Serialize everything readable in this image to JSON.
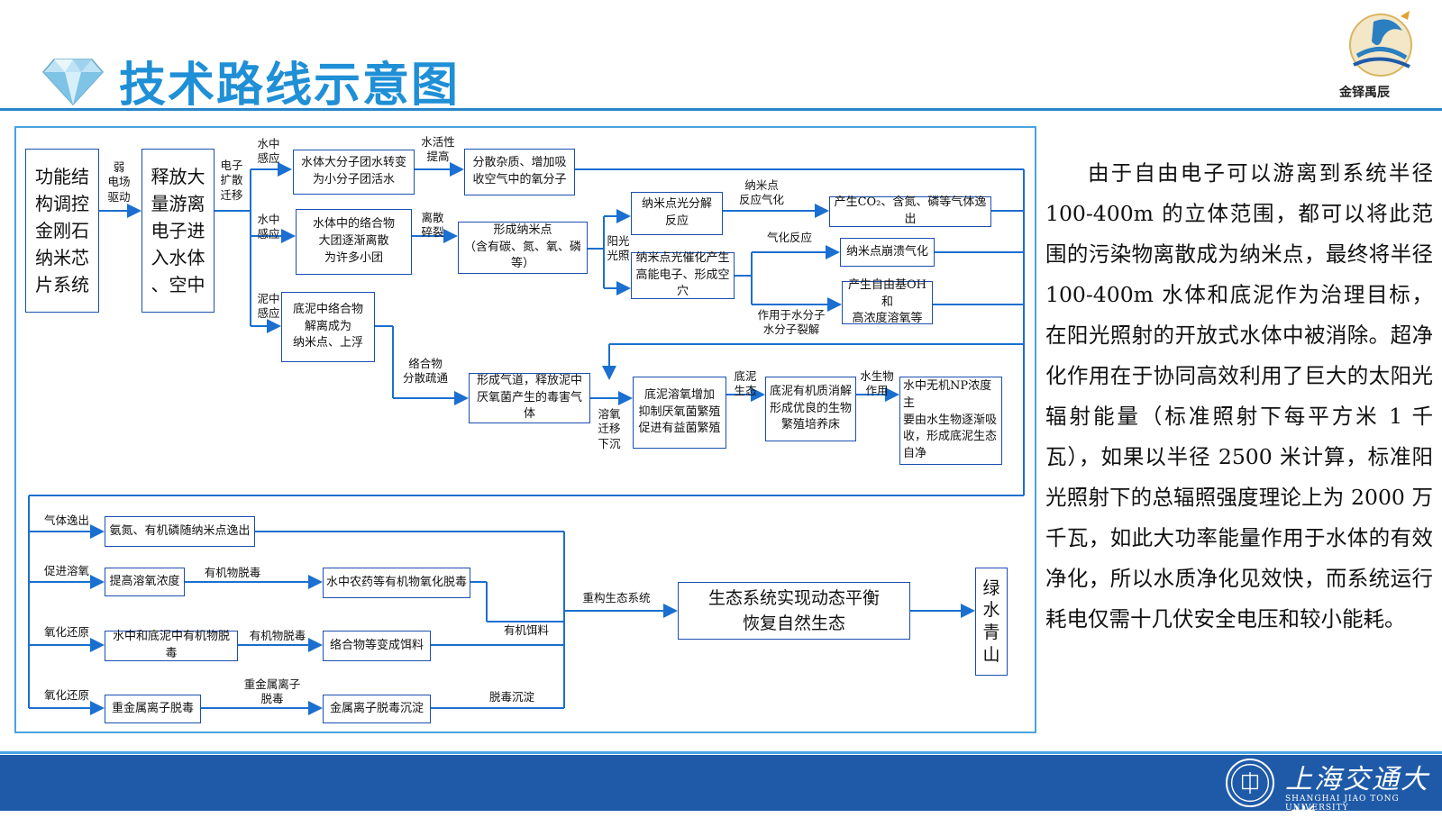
{
  "header": {
    "title": "技术路线示意图",
    "logo_text": "金铎禹辰"
  },
  "footer": {
    "university": "上海交通大学",
    "university_en": "SHANGHAI JIAO TONG UNIVERSITY"
  },
  "diagram": {
    "nodes": {
      "n_system": "功能结\n构调控\n金刚石\n纳米芯\n片系统",
      "n_release": "释放大\n量游离\n电子进\n入水体\n、空中",
      "n_water_cluster": "水体大分子团水转变\n为小分子团活水",
      "n_disperse": "分散杂质、增加吸\n收空气中的氧分子",
      "n_complex": "水体中的络合物\n大团逐渐离散\n为许多小团",
      "n_nano_form": "形成纳米点\n（含有碳、氮、氧、磷等）",
      "n_nano_decomp": "纳米点光分解\n反应",
      "n_gas_escape": "产生CO₂、含氮、磷等气体逸出",
      "n_photo_catalysis": "纳米点光催化产生\n高能电子、形成空穴",
      "n_nano_burst": "纳米点崩溃气化",
      "n_radical": "产生自由基OH和\n高浓度溶氧等",
      "n_sediment": "底泥中络合物\n解离成为\n纳米点、上浮",
      "n_channel": "形成气道，释放泥中\n厌氧菌产生的毒害气体",
      "n_do_increase": "底泥溶氧增加\n抑制厌氧菌繁殖\n促进有益菌繁殖",
      "n_organic_bed": "底泥有机质消解\n形成优良的生物\n繁殖培养床",
      "n_np_reduce": "水中无机NP浓度主\n要由水生物逐渐吸\n收，形成底泥生态\n自净",
      "n_nh_escape": "氨氮、有机磷随纳米点逸出",
      "n_do_level": "提高溶氧浓度",
      "n_pesticide": "水中农药等有机物氧化脱毒",
      "n_organic_detox": "水中和底泥中有机物脱毒",
      "n_complex_feed": "络合物等变成饵料",
      "n_heavy_metal": "重金属离子脱毒",
      "n_metal_precip": "金属离子脱毒沉淀",
      "n_balance": "生态系统实现动态平衡\n恢复自然生态",
      "n_green": "绿\n水\n青\n山"
    },
    "labels": {
      "l_weak_field": "弱\n电场\n驱动",
      "l_electron_diffuse": "电子\n扩散\n迁移",
      "l_induce1": "水中\n感应",
      "l_induce2": "水中\n感应",
      "l_induce3": "泥中\n感应",
      "l_activity": "水活性\n提高",
      "l_discrete": "离散\n碎裂",
      "l_sunlight": "阳光\n光照",
      "l_gasify": "纳米点\n反应气化",
      "l_gas_reaction": "气化反应",
      "l_water_split": "作用于水分子\n水分子裂解",
      "l_complex_dredge": "络合物\n分散疏通",
      "l_dissolved_o": "溶氧\n迁移\n下沉",
      "l_sediment_eco": "底泥\n生态",
      "l_aquatic": "水生物\n作用",
      "l_gas_out": "气体逸出",
      "l_promote_do": "促进溶氧",
      "l_redox1": "氧化还原",
      "l_redox2": "氧化还原",
      "l_organic_detox1": "有机物脱毒",
      "l_organic_detox2": "有机物脱毒",
      "l_heavy_metal": "重金属离子\n脱毒",
      "l_organic_feed": "有机饵料",
      "l_precipitate": "脱毒沉淀",
      "l_rebuild": "重构生态系统"
    }
  },
  "paragraph": "由于自由电子可以游离到系统半径 100-400m 的立体范围，都可以将此范围的污染物离散成为纳米点，最终将半径 100-400m 水体和底泥作为治理目标，在阳光照射的开放式水体中被消除。超净化作用在于协同高效利用了巨大的太阳光辐射能量（标准照射下每平方米 1 千瓦），如果以半径 2500 米计算，标准阳光照射下的总辐照强度理论上为 2000 万千瓦，如此大功率能量作用于水体的有效净化，所以水质净化见效快，而系统运行耗电仅需十几伏安全电压和较小能耗。",
  "colors": {
    "accent": "#1f8fd6",
    "line": "#1a6fd0",
    "footer": "#1f5aa8"
  }
}
